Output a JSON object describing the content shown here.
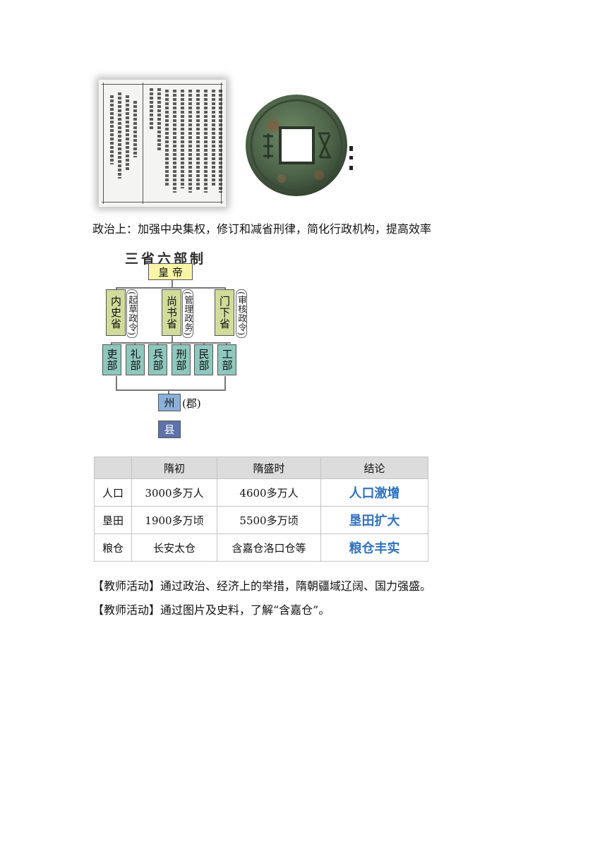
{
  "paragraphs": {
    "politics": "政治上：加强中央集权，修订和减省刑律，简化行政机构，提高效率",
    "activity1": "【教师活动】通过政治、经济上的举措，隋朝疆域辽阔、国力强盛。",
    "activity2": "【教师活动】通过图片及史料，了解“含嘉仓”。"
  },
  "org_chart": {
    "title": "三省六部制",
    "emperor": "皇 帝",
    "departments": [
      {
        "name": "内史省",
        "duty": "(起草政令)"
      },
      {
        "name": "尚书省",
        "duty": "(管理政务)"
      },
      {
        "name": "门下省",
        "duty": "(审核政令)"
      }
    ],
    "ministries": [
      "吏部",
      "礼部",
      "兵部",
      "刑部",
      "民部",
      "工部"
    ],
    "prefecture": "州",
    "prefecture_note": "(郡)",
    "county": "县"
  },
  "stats_table": {
    "headers": [
      "",
      "隋初",
      "隋盛时",
      "结论"
    ],
    "rows": [
      {
        "label": "人口",
        "early": "3000多万人",
        "peak": "4600多万人",
        "conclusion": "人口激增"
      },
      {
        "label": "垦田",
        "early": "1900多万顷",
        "peak": "5500多万顷",
        "conclusion": "垦田扩大"
      },
      {
        "label": "粮仓",
        "early": "长安太仓",
        "peak": "含嘉仓洛口仓等",
        "conclusion": "粮仓丰实"
      }
    ]
  },
  "colors": {
    "emperor_box": "#f8f5a6",
    "department_box": "#d1dc9a",
    "ministry_box": "#8ec7bd",
    "prefecture_box": "#8ab0d8",
    "county_box": "#5c72a8",
    "conclusion_text": "#2f72bd"
  }
}
